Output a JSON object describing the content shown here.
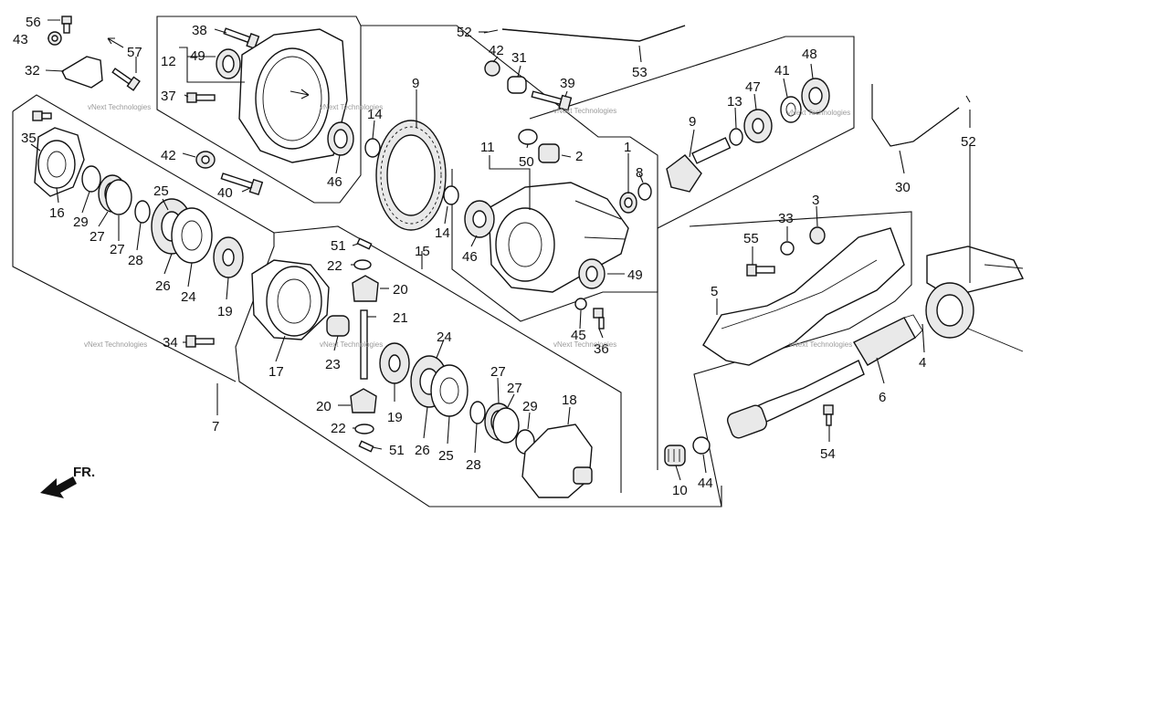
{
  "callouts": [
    {
      "id": "56",
      "text": "56"
    },
    {
      "id": "43",
      "text": "43"
    },
    {
      "id": "57",
      "text": "57"
    },
    {
      "id": "32",
      "text": "32"
    },
    {
      "id": "38",
      "text": "38"
    },
    {
      "id": "12",
      "text": "12"
    },
    {
      "id": "49a",
      "text": "49"
    },
    {
      "id": "37",
      "text": "37"
    },
    {
      "id": "42a",
      "text": "42"
    },
    {
      "id": "40",
      "text": "40"
    },
    {
      "id": "46a",
      "text": "46"
    },
    {
      "id": "14a",
      "text": "14"
    },
    {
      "id": "9a",
      "text": "9"
    },
    {
      "id": "52a",
      "text": "52"
    },
    {
      "id": "53",
      "text": "53"
    },
    {
      "id": "42b",
      "text": "42"
    },
    {
      "id": "31",
      "text": "31"
    },
    {
      "id": "39",
      "text": "39"
    },
    {
      "id": "50",
      "text": "50"
    },
    {
      "id": "2",
      "text": "2"
    },
    {
      "id": "11",
      "text": "11"
    },
    {
      "id": "1",
      "text": "1"
    },
    {
      "id": "8",
      "text": "8"
    },
    {
      "id": "14b",
      "text": "14"
    },
    {
      "id": "46b",
      "text": "46"
    },
    {
      "id": "49b",
      "text": "49"
    },
    {
      "id": "45",
      "text": "45"
    },
    {
      "id": "36",
      "text": "36"
    },
    {
      "id": "9b",
      "text": "9"
    },
    {
      "id": "13",
      "text": "13"
    },
    {
      "id": "47",
      "text": "47"
    },
    {
      "id": "41",
      "text": "41"
    },
    {
      "id": "48",
      "text": "48"
    },
    {
      "id": "52b",
      "text": "52"
    },
    {
      "id": "30",
      "text": "30"
    },
    {
      "id": "3",
      "text": "3"
    },
    {
      "id": "33",
      "text": "33"
    },
    {
      "id": "55",
      "text": "55"
    },
    {
      "id": "5",
      "text": "5"
    },
    {
      "id": "4",
      "text": "4"
    },
    {
      "id": "6",
      "text": "6"
    },
    {
      "id": "54",
      "text": "54"
    },
    {
      "id": "10",
      "text": "10"
    },
    {
      "id": "44",
      "text": "44"
    },
    {
      "id": "35",
      "text": "35"
    },
    {
      "id": "16",
      "text": "16"
    },
    {
      "id": "29a",
      "text": "29"
    },
    {
      "id": "27a",
      "text": "27"
    },
    {
      "id": "27b",
      "text": "27"
    },
    {
      "id": "28a",
      "text": "28"
    },
    {
      "id": "25a",
      "text": "25"
    },
    {
      "id": "26a",
      "text": "26"
    },
    {
      "id": "24a",
      "text": "24"
    },
    {
      "id": "19a",
      "text": "19"
    },
    {
      "id": "17",
      "text": "17"
    },
    {
      "id": "34",
      "text": "34"
    },
    {
      "id": "7",
      "text": "7"
    },
    {
      "id": "51a",
      "text": "51"
    },
    {
      "id": "22a",
      "text": "22"
    },
    {
      "id": "20a",
      "text": "20"
    },
    {
      "id": "15",
      "text": "15"
    },
    {
      "id": "21",
      "text": "21"
    },
    {
      "id": "23",
      "text": "23"
    },
    {
      "id": "24b",
      "text": "24"
    },
    {
      "id": "27c",
      "text": "27"
    },
    {
      "id": "27d",
      "text": "27"
    },
    {
      "id": "29b",
      "text": "29"
    },
    {
      "id": "18",
      "text": "18"
    },
    {
      "id": "20b",
      "text": "20"
    },
    {
      "id": "19b",
      "text": "19"
    },
    {
      "id": "26b",
      "text": "26"
    },
    {
      "id": "25b",
      "text": "25"
    },
    {
      "id": "28b",
      "text": "28"
    },
    {
      "id": "22b",
      "text": "22"
    },
    {
      "id": "51b",
      "text": "51"
    }
  ],
  "direction_label": "FR.",
  "watermark": "vNext Technologies",
  "icons": {
    "direction": "front-direction-arrow-icon"
  }
}
